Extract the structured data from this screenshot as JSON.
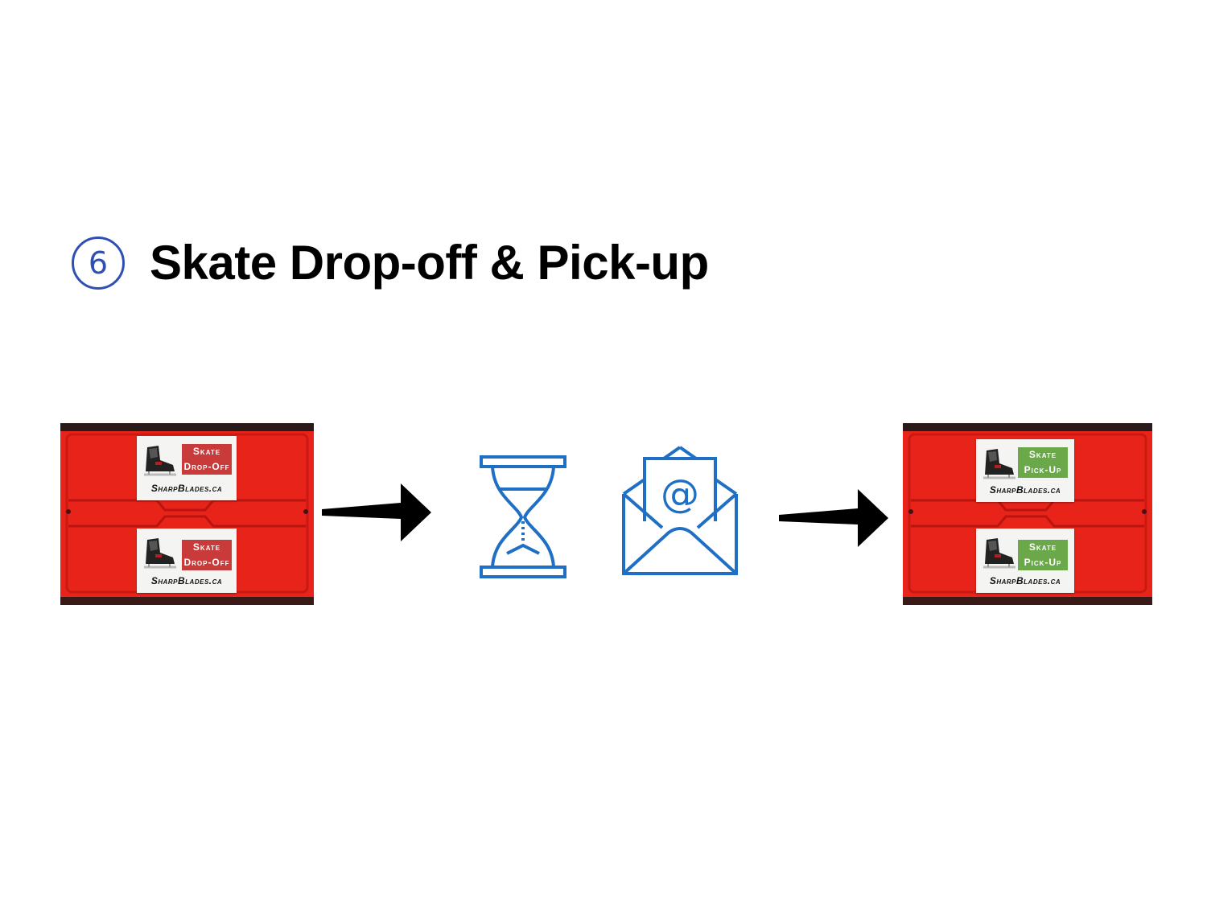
{
  "step": {
    "number": "6",
    "title": "Skate Drop-off & Pick-up"
  },
  "dropoff_crate": {
    "labels": [
      {
        "tag_line1": "Skate",
        "tag_line2": "Drop-Off",
        "site": "SharpBlades.ca"
      },
      {
        "tag_line1": "Skate",
        "tag_line2": "Drop-Off",
        "site": "SharpBlades.ca"
      }
    ]
  },
  "pickup_crate": {
    "labels": [
      {
        "tag_line1": "Skate",
        "tag_line2": "Pick-Up",
        "site": "SharpBlades.ca"
      },
      {
        "tag_line1": "Skate",
        "tag_line2": "Pick-Up",
        "site": "SharpBlades.ca"
      }
    ]
  },
  "icons": [
    "hourglass-icon",
    "email-icon"
  ],
  "colors": {
    "accent_blue": "#1f6fc4",
    "badge_blue": "#2f4fb3",
    "crate_red": "#e8231a",
    "dropoff_tag": "#c93a3a",
    "pickup_tag": "#6aa84a"
  }
}
